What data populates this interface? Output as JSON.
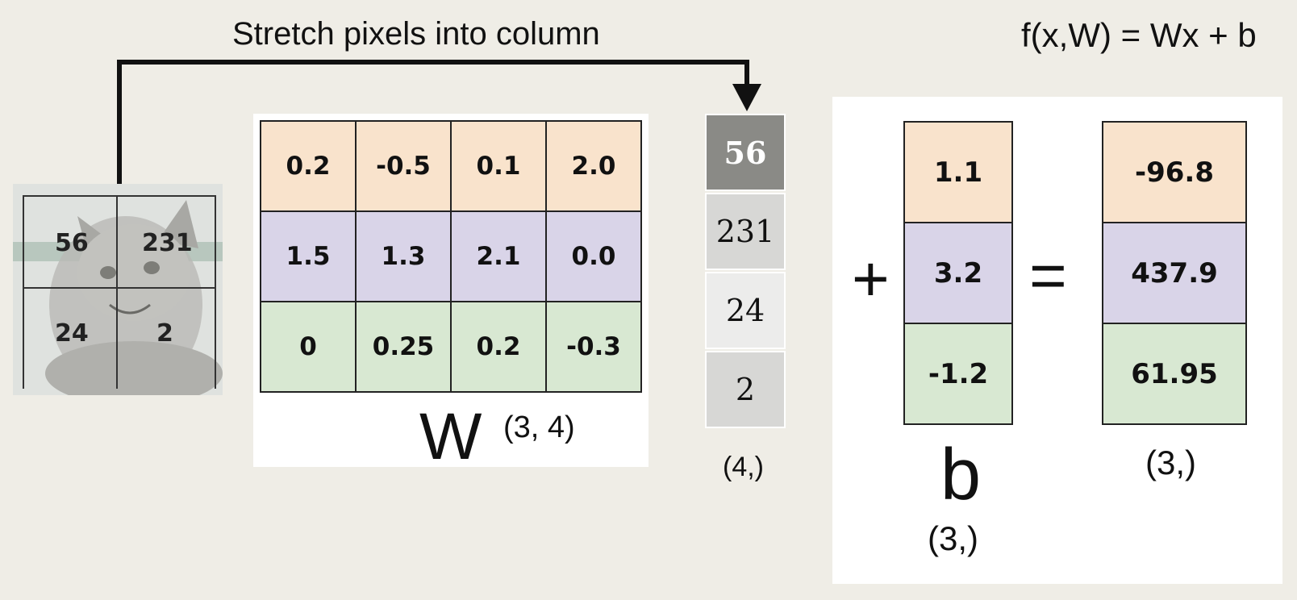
{
  "caption": "Stretch pixels into column",
  "formula": "f(x,W) = Wx + b",
  "image": {
    "description_icon": "cat-photo",
    "pixels": [
      "56",
      "231",
      "24",
      "2"
    ]
  },
  "weights": {
    "rows": [
      [
        "0.2",
        "-0.5",
        "0.1",
        "2.0"
      ],
      [
        "1.5",
        "1.3",
        "2.1",
        "0.0"
      ],
      [
        "0",
        "0.25",
        "0.2",
        "-0.3"
      ]
    ],
    "row_colors": [
      "#f9e3cc",
      "#d9d4e8",
      "#d8e8d2"
    ],
    "label": "W",
    "shape": "(3, 4)"
  },
  "input": {
    "values": [
      "56",
      "231",
      "24",
      "2"
    ],
    "colors": [
      "#8a8a86",
      "#d7d7d5",
      "#ececeb",
      "#d7d7d5"
    ],
    "text_colors": [
      "#ffffff",
      "#111111",
      "#111111",
      "#111111"
    ],
    "shape": "(4,)"
  },
  "bias": {
    "plus": "+",
    "values": [
      "1.1",
      "3.2",
      "-1.2"
    ],
    "label": "b",
    "shape": "(3,)"
  },
  "result": {
    "equals": "=",
    "values": [
      "-96.8",
      "437.9",
      "61.95"
    ],
    "shape": "(3,)"
  }
}
